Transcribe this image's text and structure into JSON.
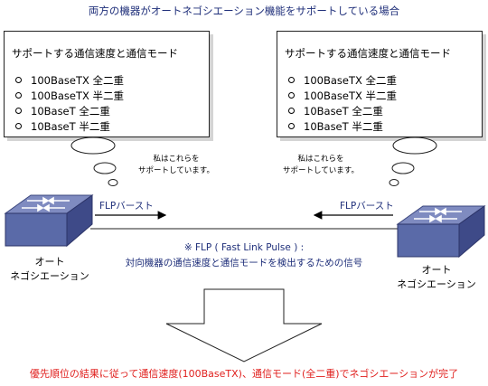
{
  "title": "両方の機器がオートネゴシエーション機能をサポートしている場合",
  "left_box": {
    "heading": "サポートする通信速度と通信モード",
    "options": [
      "100BaseTX 全二重",
      "100BaseTX 半二重",
      "10BaseT 全二重",
      "10BaseT 半二重"
    ]
  },
  "right_box": {
    "heading": "サポートする通信速度と通信モード",
    "options": [
      "100BaseTX 全二重",
      "100BaseTX 半二重",
      "10BaseT 全二重",
      "10BaseT 半二重"
    ]
  },
  "left_bubble": {
    "line1": "私はこれらを",
    "line2": "サポートしています。"
  },
  "right_bubble": {
    "line1": "私はこれらを",
    "line2": "サポートしています。"
  },
  "flp_left": "FLPバースト",
  "flp_right": "FLPバースト",
  "note": {
    "line1": "※ FLP ( Fast Link Pulse ) :",
    "line2": "対向機器の通信速度と通信モードを検出するための信号"
  },
  "left_switch": {
    "line1": "オート",
    "line2": "ネゴシエーション"
  },
  "right_switch": {
    "line1": "オート",
    "line2": "ネゴシエーション"
  },
  "result": "優先順位の結果に従って通信速度(100BaseTX)、通信モード(全二重)でネゴシエーションが完了",
  "colors": {
    "title": "#1f2f7a",
    "result": "#e0201e",
    "switch": "#5a6aa8"
  }
}
